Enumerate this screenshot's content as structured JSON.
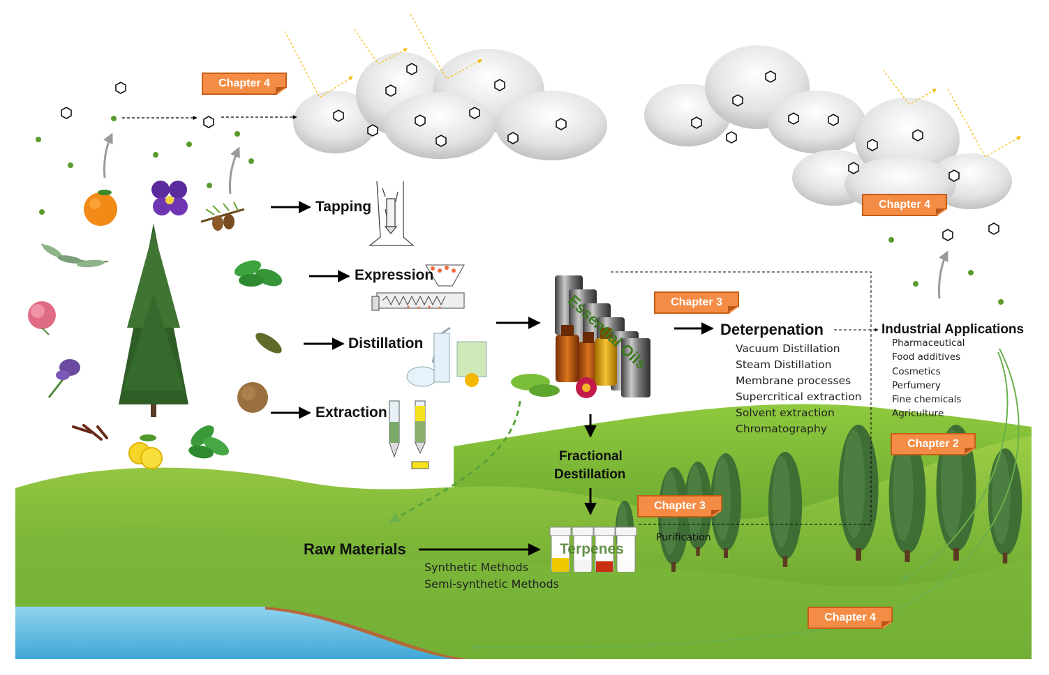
{
  "processes": {
    "tapping": "Tapping",
    "expression": "Expression",
    "distillation": "Distillation",
    "extraction": "Extraction"
  },
  "essential_oils": "Essential Oils",
  "deterpenation": {
    "title": "Deterpenation",
    "methods": [
      "Vacuum Distillation",
      "Steam Distillation",
      "Membrane processes",
      "Supercritical extraction",
      "Solvent extraction",
      "Chromatography"
    ]
  },
  "industrial": {
    "title": "Industrial Applications",
    "items": [
      "Pharmaceutical",
      "Food additives",
      "Cosmetics",
      "Perfumery",
      "Fine chemicals",
      "Agriculture"
    ]
  },
  "fractional": [
    "Fractional",
    "Destillation"
  ],
  "terpenes": "Terpenes",
  "raw_materials": {
    "title": "Raw Materials",
    "methods": [
      "Synthetic Methods",
      "Semi-synthetic Methods"
    ]
  },
  "purification": "Purification",
  "chapters": [
    "Chapter 4",
    "Chapter 4",
    "Chapter 3",
    "Chapter 2",
    "Chapter 3",
    "Chapter 4"
  ],
  "colors": {
    "chapter_fill": "#f58c45",
    "chapter_border": "#c55e17",
    "grass": "#6fb52f",
    "water": "#5cb8e0",
    "sun_ray": "#f5b800",
    "essential_oils_text": "#3d7a1f"
  }
}
